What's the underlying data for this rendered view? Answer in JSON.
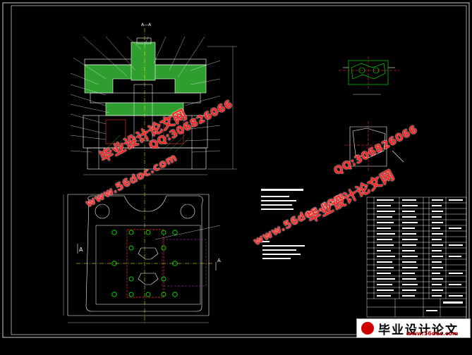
{
  "view_labels": {
    "section_aa": "A—A",
    "view_a_left": "A",
    "view_a_right": "A"
  },
  "watermarks": {
    "site_url": "www.56doc.com",
    "site_name": "毕业设计论文网",
    "qq": "QQ:306826066"
  },
  "logo": {
    "name": "毕业设计论文网",
    "url": "www.56doc.com"
  },
  "colors": {
    "background": "#000000",
    "outline": "#ffffff",
    "section_fill": "#2e9e2e",
    "center_line": "#ffff00",
    "part_red": "#ff3030",
    "hole_green": "#00ff00",
    "watermark": "#ff2020"
  }
}
